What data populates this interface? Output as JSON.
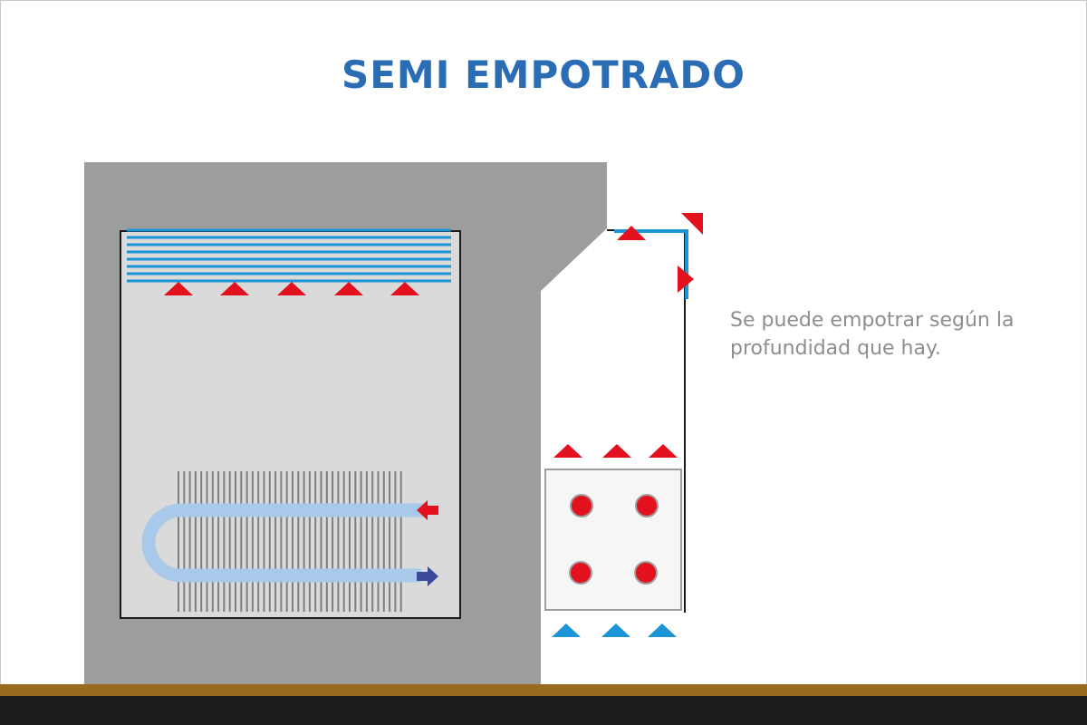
{
  "title": "SEMI EMPOTRADO",
  "description": {
    "line1": "Se puede empotrar según la",
    "line2": "profundidad que hay."
  },
  "colors": {
    "title": "#2a6db5",
    "wall": "#9d9d9d",
    "cabinet": "#dadadb",
    "outline": "#1a1a1a",
    "warm_air": "#e3101e",
    "cool_air": "#1b95d6",
    "pipe_light": "#a9c9ea",
    "outlet_arrow": "#3d4a9c",
    "floor_trim": "#9a6b1e",
    "floor": "#1c1c1c",
    "text": "#8e8e8e"
  }
}
